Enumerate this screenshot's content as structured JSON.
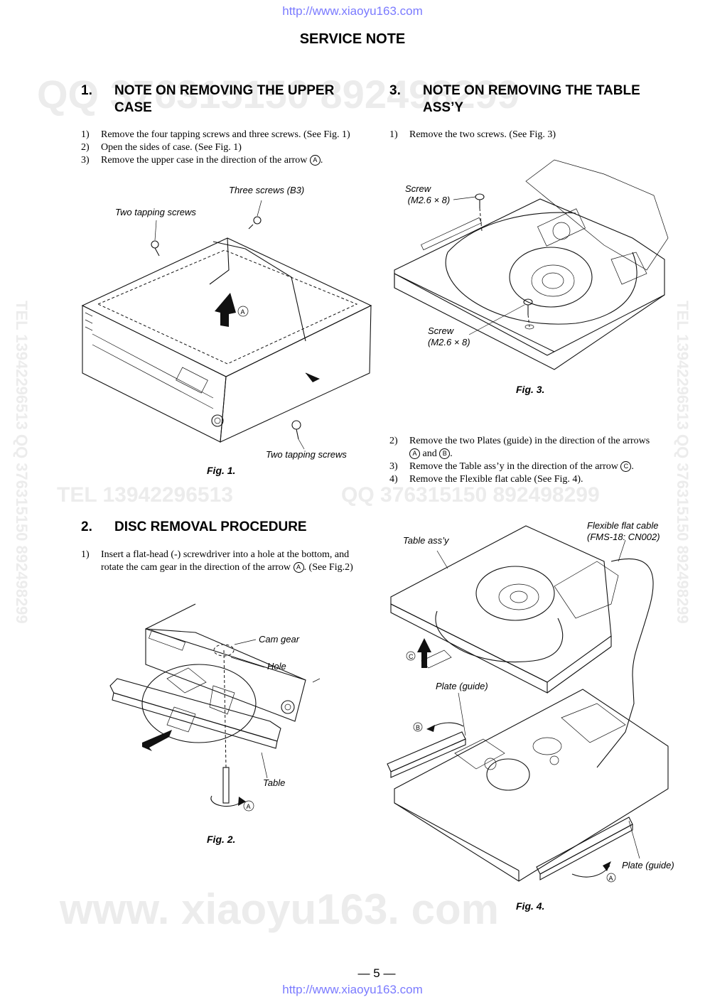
{
  "header_url": "http://www.xiaoyu163.com",
  "footer_url": "http://www.xiaoyu163.com",
  "page_title": "SERVICE NOTE",
  "page_number": "— 5 —",
  "watermarks": {
    "top_qq": "QQ 376315150   892498299",
    "mid_tel": "TEL 13942296513",
    "mid_qq": "QQ 376315150   892498299",
    "bottom_site": "www. xiaoyu163. com",
    "side_left": "TEL 13942296513  QQ 376315150  892498299",
    "side_right": "TEL 13942296513  QQ 376315150  892498299"
  },
  "section1": {
    "number": "1.",
    "title_line1": "NOTE ON REMOVING THE UPPER",
    "title_line2": "CASE",
    "steps": [
      {
        "n": "1)",
        "text": "Remove the four tapping screws and three screws. (See Fig. 1)"
      },
      {
        "n": "2)",
        "text": "Open the sides of case. (See Fig. 1)"
      },
      {
        "n": "3)",
        "text": "Remove the upper case in the direction of the arrow",
        "mark": "A",
        "tail": "."
      }
    ],
    "labels": {
      "three_screws": "Three screws (B3)",
      "two_tapping_top": "Two tapping screws",
      "two_tapping_bottom": "Two tapping screws",
      "arrow": "A"
    },
    "figure": "Fig. 1."
  },
  "section2": {
    "number": "2.",
    "title": "DISC REMOVAL PROCEDURE",
    "step_n": "1)",
    "step_line1": "Insert a flat-head (-) screwdriver into a hole at the bottom, and",
    "step_line2": "rotate the cam gear in the direction of the arrow",
    "step_mark": "A",
    "step_tail": ". (See Fig.2)",
    "labels": {
      "cam_gear": "Cam gear",
      "hole": "Hole",
      "table": "Table",
      "arrow": "A"
    },
    "figure": "Fig. 2."
  },
  "section3": {
    "number": "3.",
    "title_line1": "NOTE ON REMOVING THE TABLE",
    "title_line2": "ASS’Y",
    "step1_n": "1)",
    "step1": "Remove the two screws. (See Fig. 3)",
    "labels_fig3": {
      "screw_top": "Screw",
      "screw_top_spec": "(M2.6 × 8)",
      "screw_bottom": "Screw",
      "screw_bottom_spec": "(M2.6 × 8)"
    },
    "figure3": "Fig. 3.",
    "step2_n": "2)",
    "step2_line1": "Remove the two Plates (guide) in the direction of the arrows",
    "step2_mark_a": "A",
    "step2_and": "and",
    "step2_mark_b": "B",
    "step2_tail": ".",
    "step3_n": "3)",
    "step3": "Remove the Table ass’y in the direction of the arrow",
    "step3_mark": "C",
    "step3_tail": ".",
    "step4_n": "4)",
    "step4": "Remove the Flexible flat cable (See Fig. 4).",
    "labels_fig4": {
      "table_assy": "Table ass’y",
      "ffc_line1": "Flexible flat cable",
      "ffc_line2": "(FMS-18: CN002)",
      "plate_guide_top": "Plate (guide)",
      "plate_guide_bottom": "Plate (guide)",
      "arrow_a": "A",
      "arrow_b": "B",
      "arrow_c": "C"
    },
    "figure4": "Fig. 4."
  }
}
